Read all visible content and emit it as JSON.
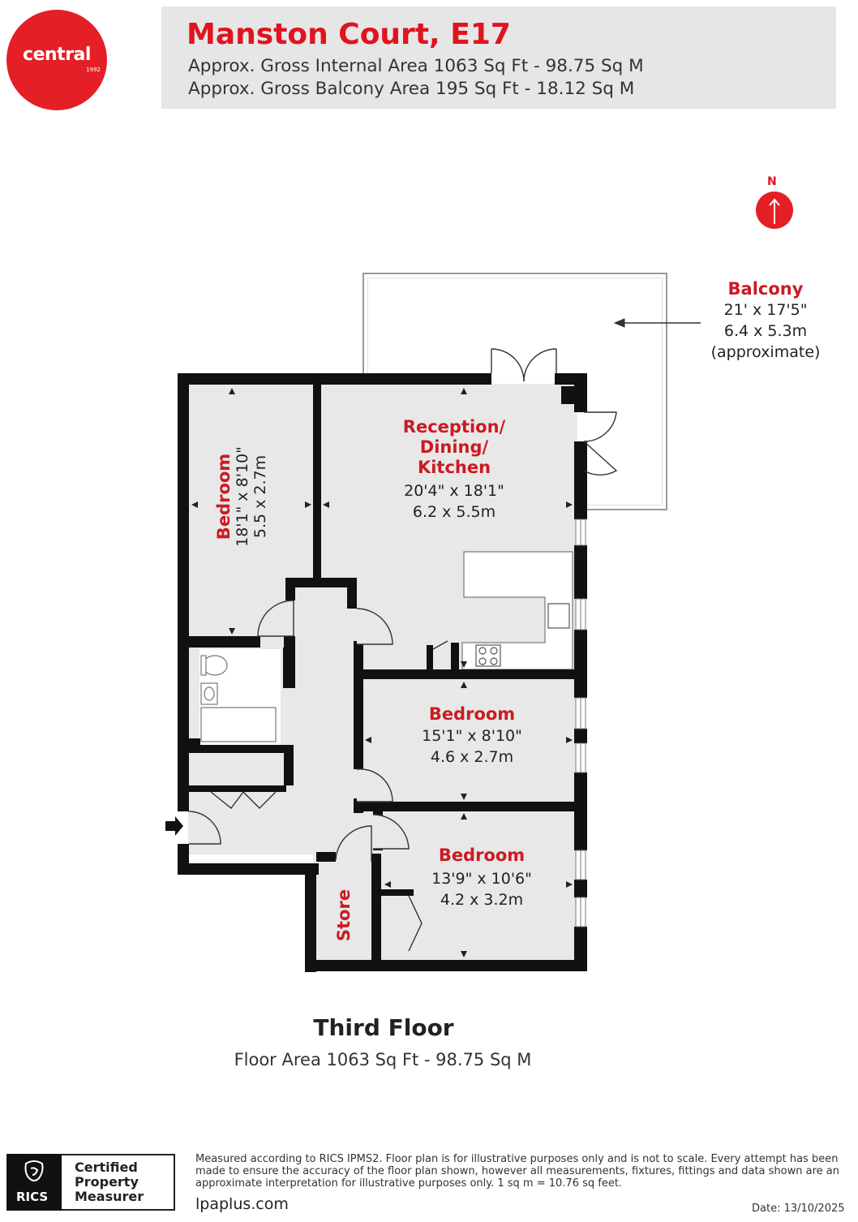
{
  "brand": {
    "logo_text": "central",
    "logo_year": "1992",
    "red": "#e41f26"
  },
  "header": {
    "title": "Manston Court, E17",
    "internal_area": "Approx. Gross Internal Area 1063 Sq Ft - 98.75 Sq M",
    "balcony_area": "Approx. Gross Balcony Area 195 Sq Ft - 18.12 Sq M"
  },
  "compass": {
    "label": "N",
    "icon": "north-arrow-icon"
  },
  "rooms": {
    "balcony": {
      "name": "Balcony",
      "dim_imperial": "21' x 17'5\"",
      "dim_metric": "6.4 x 5.3m",
      "note": "(approximate)"
    },
    "reception": {
      "name_lines": [
        "Reception/",
        "Dining/",
        "Kitchen"
      ],
      "dim_imperial": "20'4\" x 18'1\"",
      "dim_metric": "6.2 x 5.5m"
    },
    "bedroom1": {
      "name": "Bedroom",
      "dim_imperial": "18'1\" x 8'10\"",
      "dim_metric": "5.5 x 2.7m"
    },
    "bedroom2": {
      "name": "Bedroom",
      "dim_imperial": "15'1\" x 8'10\"",
      "dim_metric": "4.6 x 2.7m"
    },
    "bedroom3": {
      "name": "Bedroom",
      "dim_imperial": "13'9\" x 10'6\"",
      "dim_metric": "4.2 x 3.2m"
    },
    "store": {
      "name": "Store"
    }
  },
  "floor": {
    "title": "Third Floor",
    "area": "Floor Area 1063 Sq Ft - 98.75 Sq M"
  },
  "footer": {
    "rics_label": "RICS",
    "certified_lines": [
      "Certified",
      "Property",
      "Measurer"
    ],
    "disclaimer": "Measured according to RICS IPMS2. Floor plan is for illustrative purposes only and is not to scale. Every attempt has been made to ensure the accuracy of the floor plan shown, however all measurements, fixtures, fittings and data shown are an approximate interpretation for illustrative purposes only. 1 sq m = 10.76 sq feet.",
    "website": "lpaplus.com",
    "date": "Date: 13/10/2025"
  },
  "colors": {
    "wall": "#111111",
    "floor": "#e8e8e8",
    "label_red": "#cc1a21"
  }
}
